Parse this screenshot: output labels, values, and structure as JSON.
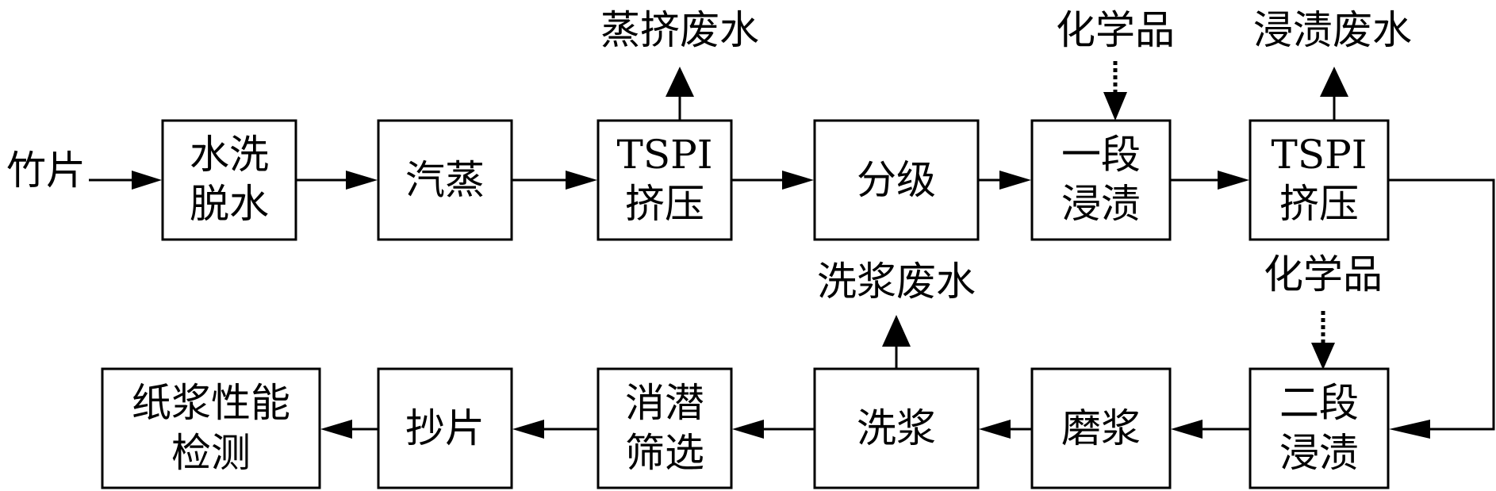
{
  "input_label": "竹片",
  "steps_top": [
    {
      "line1": "水洗",
      "line2": "脱水"
    },
    {
      "line1": "汽蒸",
      "line2": ""
    },
    {
      "line1": "TSPI",
      "line2": "挤压"
    },
    {
      "line1": "分级",
      "line2": ""
    },
    {
      "line1": "一段",
      "line2": "浸渍"
    },
    {
      "line1": "TSPI",
      "line2": "挤压"
    }
  ],
  "steps_bottom": [
    {
      "line1": "纸浆性能",
      "line2": "检测"
    },
    {
      "line1": "抄片",
      "line2": ""
    },
    {
      "line1": "消潜",
      "line2": "筛选"
    },
    {
      "line1": "洗浆",
      "line2": ""
    },
    {
      "line1": "磨浆",
      "line2": ""
    },
    {
      "line1": "二段",
      "line2": "浸渍"
    }
  ],
  "outputs": {
    "steam_press_waste": "蒸挤废水",
    "impregnation_waste": "浸渍废水",
    "washing_waste": "洗浆废水"
  },
  "chemicals": {
    "stage1": "化学品",
    "stage2": "化学品"
  }
}
